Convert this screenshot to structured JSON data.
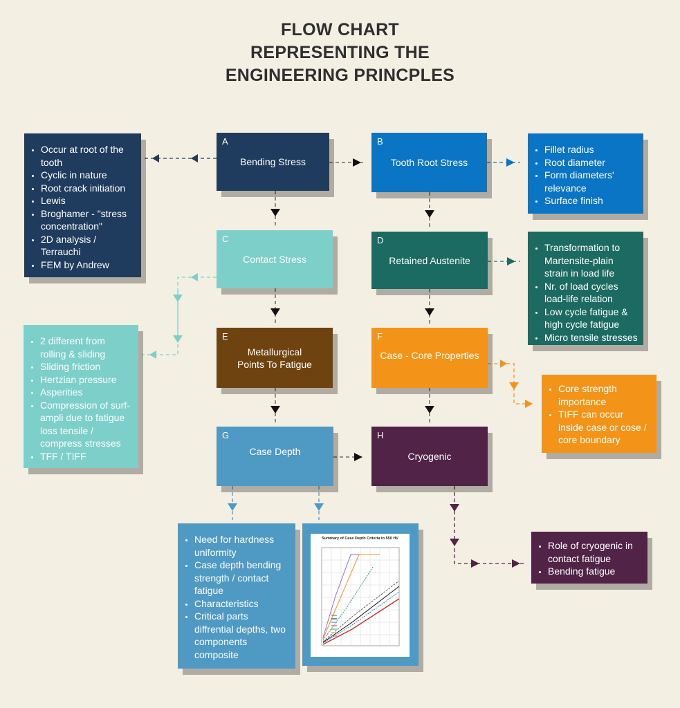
{
  "title": {
    "line1": "FLOW CHART",
    "line2": "REPRESENTING THE",
    "line3": "ENGINEERING PRINCPLES"
  },
  "nodes": {
    "a": {
      "letter": "A",
      "label": "Bending Stress",
      "color": "#1f3c5e"
    },
    "b": {
      "letter": "B",
      "label": "Tooth Root Stress",
      "color": "#0a74c5"
    },
    "c": {
      "letter": "C",
      "label": "Contact Stress",
      "color": "#7dd0ca"
    },
    "d": {
      "letter": "D",
      "label": "Retained Austenite",
      "color": "#1c6b62"
    },
    "e": {
      "letter": "E",
      "label": "Metallurgical Points To Fatigue",
      "color": "#6f4310"
    },
    "f": {
      "letter": "F",
      "label": "Case - Core Properties",
      "color": "#f39419"
    },
    "g": {
      "letter": "G",
      "label": "Case Depth",
      "color": "#4f9ac4"
    },
    "h": {
      "letter": "H",
      "label": "Cryogenic",
      "color": "#512447"
    }
  },
  "notes": {
    "bending": [
      "Occur at root of the tooth",
      "Cyclic in nature",
      "Root crack initiation",
      "Lewis",
      "Broghamer - \"stress concentration\"",
      "2D analysis / Terrauchi",
      "FEM by Andrew"
    ],
    "tooth_root": [
      "Fillet radius",
      "Root diameter",
      "Form diameters' relevance",
      "Surface finish"
    ],
    "austenite": [
      "Transformation to Martensite-plain strain in load life",
      "Nr. of load cycles load-life relation",
      "Low cycle fatigue & high cycle fatigue",
      "Micro tensile stresses"
    ],
    "contact": [
      "2 different from rolling & sliding",
      "Sliding friction",
      "Hertzian pressure",
      "Asperities",
      "Compression of surf-ampli due to fatigue loss tensile / compress stresses",
      "TFF / TIFF"
    ],
    "case_core": [
      "Core strength importance",
      "TIFF can occur inside case or cose / core boundary"
    ],
    "case_depth": [
      "Need for hardness uniformity",
      "Case depth bending strength / contact fatigue",
      "Characteristics",
      "Critical parts diffrential depths, two components composite"
    ],
    "cryogenic": [
      "Role of cryogenic in contact fatigue",
      "Bending fatigue"
    ]
  },
  "graph": {
    "title": "Summary of Case Depth Criteria to 550 HV"
  }
}
